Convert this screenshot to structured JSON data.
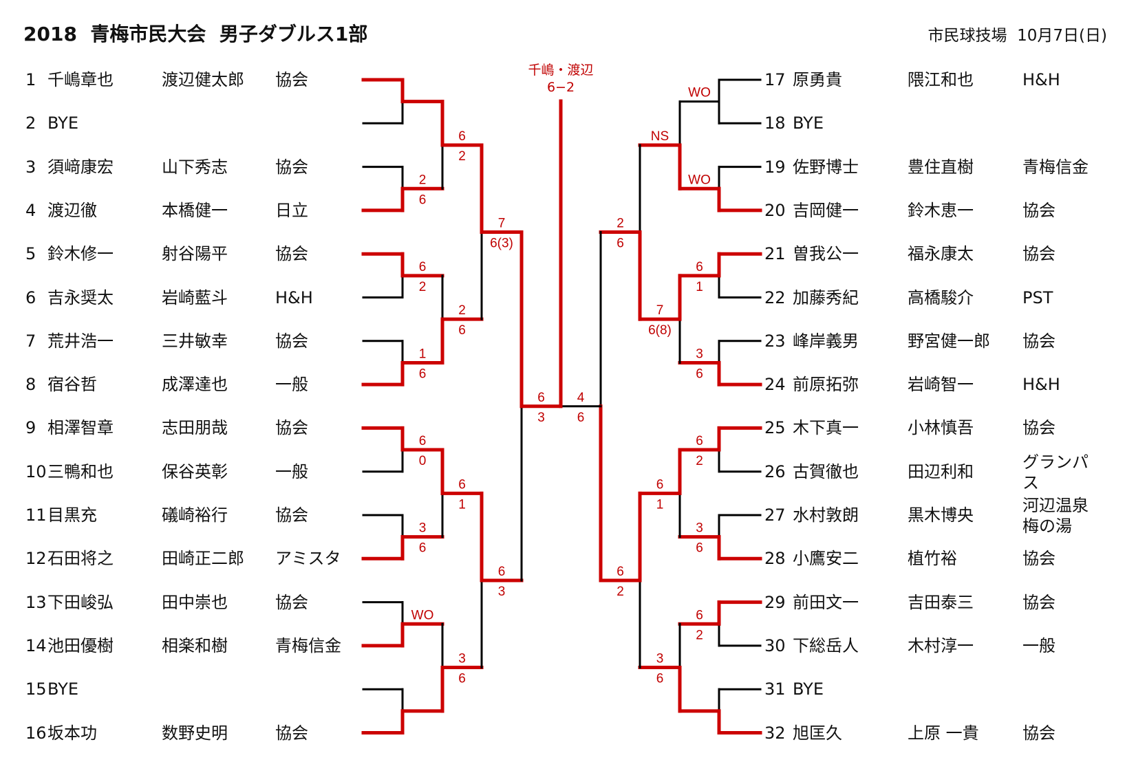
{
  "header": {
    "title": "2018  青梅市民大会  男子ダブルス1部",
    "venue_date": "市民球技場  10月7日(日)"
  },
  "colors": {
    "win": "#cc0000",
    "line": "#000000",
    "text": "#111111"
  },
  "final": {
    "winner": "千嶋・渡辺",
    "score": "6−2",
    "winner_side": "left"
  },
  "players_left": [
    {
      "no": "1",
      "name1": "千嶋章也",
      "name2": "渡辺健太郎",
      "team": "協会"
    },
    {
      "no": "2",
      "name1": "BYE",
      "name2": "",
      "team": ""
    },
    {
      "no": "3",
      "name1": "須﨑康宏",
      "name2": "山下秀志",
      "team": "協会"
    },
    {
      "no": "4",
      "name1": "渡辺徹",
      "name2": "本橋健一",
      "team": "日立"
    },
    {
      "no": "5",
      "name1": "鈴木修一",
      "name2": "射谷陽平",
      "team": "協会"
    },
    {
      "no": "6",
      "name1": "吉永奨太",
      "name2": "岩崎藍斗",
      "team": "H&H"
    },
    {
      "no": "7",
      "name1": "荒井浩一",
      "name2": "三井敏幸",
      "team": "協会"
    },
    {
      "no": "8",
      "name1": "宿谷哲",
      "name2": "成澤達也",
      "team": "一般"
    },
    {
      "no": "9",
      "name1": "相澤智章",
      "name2": "志田朋哉",
      "team": "協会"
    },
    {
      "no": "10",
      "name1": "三鴨和也",
      "name2": "保谷英彰",
      "team": "一般"
    },
    {
      "no": "11",
      "name1": "目黒充",
      "name2": "礒崎裕行",
      "team": "協会"
    },
    {
      "no": "12",
      "name1": "石田将之",
      "name2": "田崎正二郎",
      "team": "アミスタ"
    },
    {
      "no": "13",
      "name1": "下田峻弘",
      "name2": "田中崇也",
      "team": "協会"
    },
    {
      "no": "14",
      "name1": "池田優樹",
      "name2": "相楽和樹",
      "team": "青梅信金"
    },
    {
      "no": "15",
      "name1": "BYE",
      "name2": "",
      "team": ""
    },
    {
      "no": "16",
      "name1": "坂本功",
      "name2": "数野史明",
      "team": "協会"
    }
  ],
  "players_right": [
    {
      "no": "17",
      "name1": "原勇貴",
      "name2": "隈江和也",
      "team": "H&H"
    },
    {
      "no": "18",
      "name1": "BYE",
      "name2": "",
      "team": ""
    },
    {
      "no": "19",
      "name1": "佐野博士",
      "name2": "豊住直樹",
      "team": "青梅信金"
    },
    {
      "no": "20",
      "name1": "吉岡健一",
      "name2": "鈴木恵一",
      "team": "協会"
    },
    {
      "no": "21",
      "name1": "曽我公一",
      "name2": "福永康太",
      "team": "協会"
    },
    {
      "no": "22",
      "name1": "加藤秀紀",
      "name2": "高橋駿介",
      "team": "PST"
    },
    {
      "no": "23",
      "name1": "峰岸義男",
      "name2": "野宮健一郎",
      "team": "協会"
    },
    {
      "no": "24",
      "name1": "前原拓弥",
      "name2": "岩崎智一",
      "team": "H&H"
    },
    {
      "no": "25",
      "name1": "木下真一",
      "name2": "小林慎吾",
      "team": "協会"
    },
    {
      "no": "26",
      "name1": "古賀徹也",
      "name2": "田辺利和",
      "team": "グランパス"
    },
    {
      "no": "27",
      "name1": "水村敦朗",
      "name2": "黒木博央",
      "team": "河辺温泉梅の湯"
    },
    {
      "no": "28",
      "name1": "小鷹安二",
      "name2": "植竹裕",
      "team": "協会"
    },
    {
      "no": "29",
      "name1": "前田文一",
      "name2": "吉田泰三",
      "team": "協会"
    },
    {
      "no": "30",
      "name1": "下総岳人",
      "name2": "木村淳一",
      "team": "一般"
    },
    {
      "no": "31",
      "name1": "BYE",
      "name2": "",
      "team": ""
    },
    {
      "no": "32",
      "name1": "旭匡久",
      "name2": "上原 一貴",
      "team": "協会"
    }
  ],
  "bracket_left": [
    [
      {
        "top": "",
        "bottom": "",
        "winner": "top"
      },
      {
        "top": "2",
        "bottom": "6",
        "winner": "bottom"
      },
      {
        "top": "6",
        "bottom": "2",
        "winner": "top"
      },
      {
        "top": "1",
        "bottom": "6",
        "winner": "bottom"
      },
      {
        "top": "6",
        "bottom": "0",
        "winner": "top"
      },
      {
        "top": "3",
        "bottom": "6",
        "winner": "bottom"
      },
      {
        "top": "WO",
        "bottom": "",
        "winner": "bottom"
      },
      {
        "top": "",
        "bottom": "",
        "winner": "bottom"
      }
    ],
    [
      {
        "top": "6",
        "bottom": "2",
        "winner": "top"
      },
      {
        "top": "2",
        "bottom": "6",
        "winner": "bottom"
      },
      {
        "top": "6",
        "bottom": "1",
        "winner": "top"
      },
      {
        "top": "3",
        "bottom": "6",
        "winner": "bottom"
      }
    ],
    [
      {
        "top": "7",
        "bottom": "6(3)",
        "winner": "top"
      },
      {
        "top": "6",
        "bottom": "3",
        "winner": "top"
      }
    ],
    [
      {
        "top": "6",
        "bottom": "3",
        "winner": "top"
      }
    ]
  ],
  "bracket_right": [
    [
      {
        "top": "WO",
        "bottom": "",
        "winner": null
      },
      {
        "top": "WO",
        "bottom": "",
        "winner": "bottom"
      },
      {
        "top": "6",
        "bottom": "1",
        "winner": "top"
      },
      {
        "top": "3",
        "bottom": "6",
        "winner": "bottom"
      },
      {
        "top": "6",
        "bottom": "2",
        "winner": "top"
      },
      {
        "top": "3",
        "bottom": "6",
        "winner": "bottom"
      },
      {
        "top": "6",
        "bottom": "2",
        "winner": "top"
      },
      {
        "top": "",
        "bottom": "",
        "winner": "bottom"
      }
    ],
    [
      {
        "top": "NS",
        "bottom": "",
        "winner": "bottom"
      },
      {
        "top": "7",
        "bottom": "6(8)",
        "winner": "top"
      },
      {
        "top": "6",
        "bottom": "1",
        "winner": "top"
      },
      {
        "top": "3",
        "bottom": "6",
        "winner": "bottom"
      }
    ],
    [
      {
        "top": "2",
        "bottom": "6",
        "winner": "bottom"
      },
      {
        "top": "6",
        "bottom": "2",
        "winner": "top"
      }
    ],
    [
      {
        "top": "4",
        "bottom": "6",
        "winner": "bottom"
      }
    ]
  ]
}
